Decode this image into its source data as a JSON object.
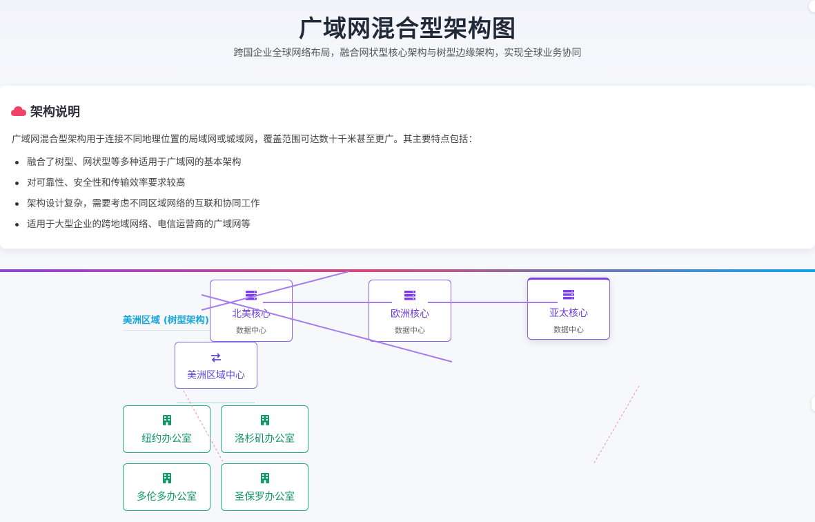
{
  "header": {
    "title": "广域网混合型架构图",
    "subtitle": "跨国企业全球网络布局，融合网状型核心架构与树型边缘架构，实现全球业务协同"
  },
  "description": {
    "title": "架构说明",
    "icon": "cloud-icon",
    "intro": "广域网混合型架构用于连接不同地理位置的局域网或城域网，覆盖范围可达数十千米甚至更广。其主要特点包括：",
    "points": [
      "融合了树型、网状型等多种适用于广域网的基本架构",
      "对可靠性、安全性和传输效率要求较高",
      "架构设计复杂，需要考虑不同区域网络的互联和协同工作",
      "适用于大型企业的跨地域网络、电信运营商的广域网等"
    ]
  },
  "diagram": {
    "region_label": "美洲区域 (树型架构)",
    "cores": [
      {
        "name": "北美核心",
        "sub": "数据中心",
        "icon": "server-icon"
      },
      {
        "name": "欧洲核心",
        "sub": "数据中心",
        "icon": "server-icon"
      },
      {
        "name": "亚太核心",
        "sub": "数据中心",
        "icon": "server-icon"
      }
    ],
    "hub": {
      "name": "美洲区域中心",
      "icon": "exchange-icon"
    },
    "offices": [
      {
        "name": "纽约办公室",
        "icon": "building-icon"
      },
      {
        "name": "洛杉矶办公室",
        "icon": "building-icon"
      },
      {
        "name": "多伦多办公室",
        "icon": "building-icon"
      },
      {
        "name": "圣保罗办公室",
        "icon": "building-icon"
      }
    ]
  },
  "colors": {
    "core_accent": "#8b5cf6",
    "hub_accent": "#7c6ee6",
    "office_accent": "#22b07d",
    "region_label": "#1aa7d9",
    "cloud_icon": "#ef4468"
  }
}
